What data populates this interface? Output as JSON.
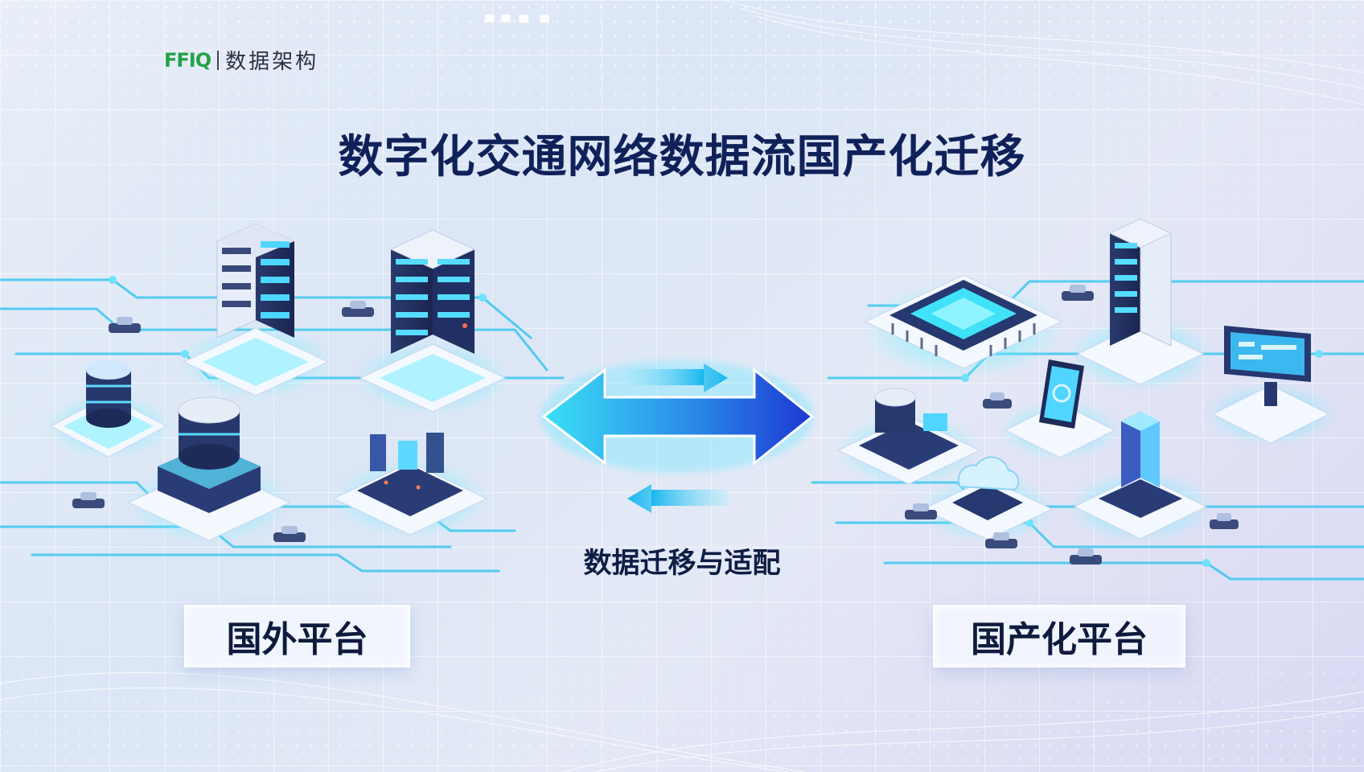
{
  "logo": {
    "mark": "FFIQ",
    "text": "数据架构"
  },
  "title": "数字化交通网络数据流国产化迁移",
  "center_label": "数据迁移与适配",
  "left_platform": {
    "label": "国外平台"
  },
  "right_platform": {
    "label": "国产化平台"
  },
  "colors": {
    "title": "#10215a",
    "logo_green": "#22a34a",
    "circuit_cyan": "#38c8ee",
    "arrow_cyan": "#2fd0f2",
    "arrow_blue": "#1f3fd6",
    "server_dark": "#24325e",
    "server_light": "#eef2fa",
    "glow": "#55e5ff"
  },
  "icons": [
    "server-rack-icon",
    "database-icon",
    "chip-icon",
    "smartphone-icon",
    "monitor-icon",
    "cloud-icon",
    "car-icon",
    "bidirectional-arrow-icon"
  ]
}
